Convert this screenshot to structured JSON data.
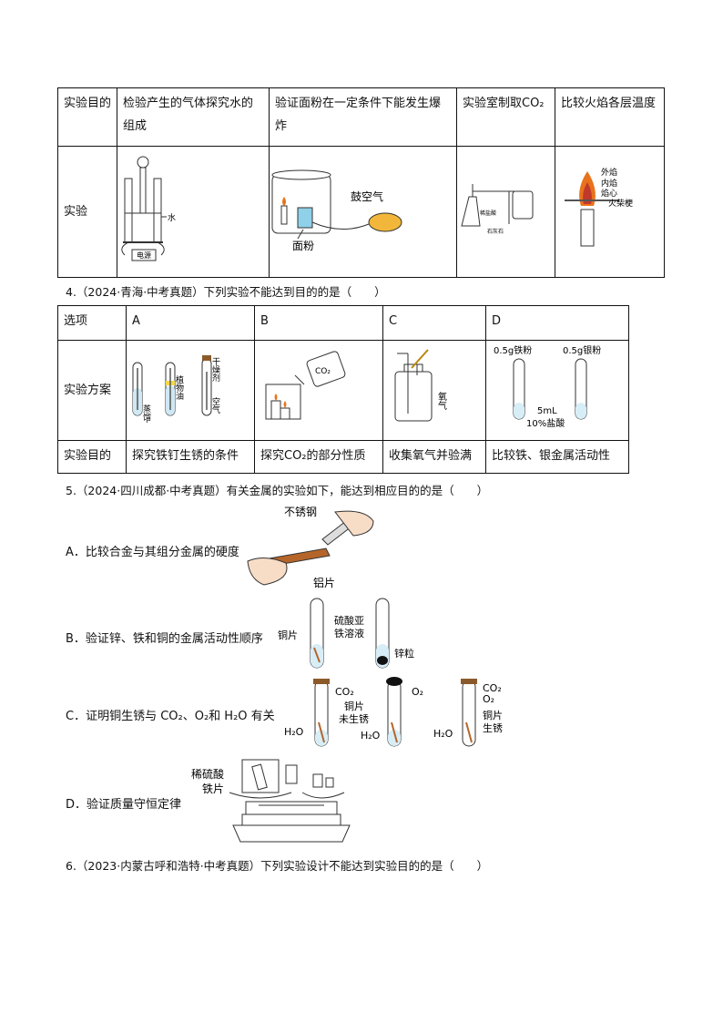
{
  "table1": {
    "row1": [
      "实验目的",
      "检验产生的气体探究水的组成",
      "验证面粉在一定条件下能发生爆炸",
      "实验室制取CO₂",
      "比较火焰各层温度"
    ],
    "row2_label": "实验",
    "fig_labels": {
      "water": "水",
      "power": "电源",
      "air": "鼓空气",
      "flour": "面粉",
      "acid": "稀盐酸",
      "limestone": "石灰石",
      "outer": "外焰",
      "inner": "内焰",
      "core": "焰心",
      "match": "火柴梗"
    }
  },
  "q4": {
    "stem": "4.（2024·青海·中考真题）下列实验不能达到目的的是（　　）",
    "headers": [
      "选项",
      "A",
      "B",
      "C",
      "D"
    ],
    "row2_label": "实验方案",
    "row3": [
      "实验目的",
      "探究铁钉生锈的条件",
      "探究CO₂的部分性质",
      "收集氧气并验满",
      "比较铁、银金属活动性"
    ],
    "fig_labels": {
      "water": "蒸馏水",
      "oil": "植物油",
      "desiccant": "干燥剂",
      "air": "空气",
      "co2": "CO₂",
      "oxygen": "氧气",
      "fe": "0.5g铁粉",
      "ag": "0.5g银粉",
      "vol": "5mL",
      "hcl": "10%盐酸"
    }
  },
  "q5": {
    "stem": "5.（2024·四川成都·中考真题）有关金属的实验如下，能达到相应目的的是（　　）",
    "A": {
      "text": "A．比较合金与其组分金属的硬度",
      "steel": "不锈钢",
      "al": "铝片"
    },
    "B": {
      "text": "B．验证锌、铁和铜的金属活动性顺序",
      "cu": "铜片",
      "feso4a": "硫酸亚",
      "feso4b": "铁溶液",
      "zn": "锌粒"
    },
    "C": {
      "text": "C．证明铜生锈与 CO₂、O₂和 H₂O 有关",
      "co2": "CO₂",
      "o2": "O₂",
      "h2o": "H₂O",
      "cu": "铜片",
      "norust": "未生锈",
      "cu2": "铜片",
      "rust": "生锈"
    },
    "D": {
      "text": "D．验证质量守恒定律",
      "acid": "稀硫酸",
      "fe": "铁片"
    }
  },
  "q6": {
    "stem": "6.（2023·内蒙古呼和浩特·中考真题）下列实验设计不能达到实验目的的是（　　）"
  }
}
